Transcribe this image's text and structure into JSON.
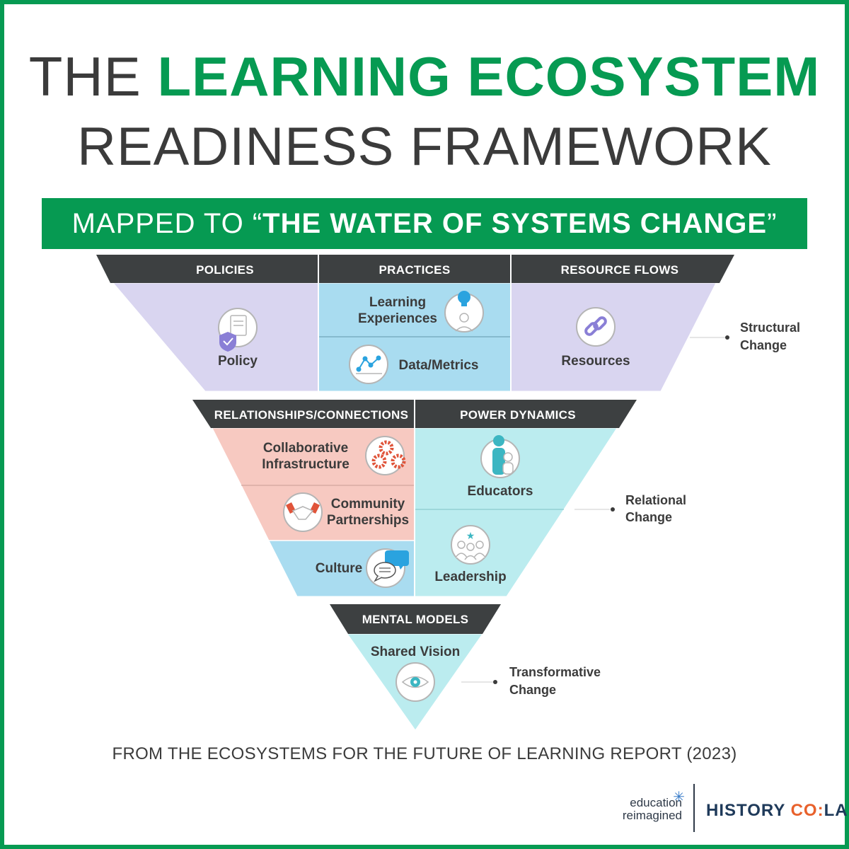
{
  "title": {
    "line1_prefix": "THE",
    "line1_highlight": "LEARNING ECOSYSTEM",
    "line2": "READINESS FRAMEWORK"
  },
  "banner": {
    "prefix": "MAPPED TO “",
    "bold": "THE WATER OF SYSTEMS CHANGE",
    "suffix": "”"
  },
  "structural": {
    "headers": [
      "POLICIES",
      "PRACTICES",
      "RESOURCE FLOWS"
    ],
    "policy_label": "Policy",
    "learning_line1": "Learning",
    "learning_line2": "Experiences",
    "data_label": "Data/Metrics",
    "resources_label": "Resources",
    "side_line1": "Structural",
    "side_line2": "Change"
  },
  "relational": {
    "headers": [
      "RELATIONSHIPS/CONNECTIONS",
      "POWER DYNAMICS"
    ],
    "collab_line1": "Collaborative",
    "collab_line2": "Infrastructure",
    "community_line1": "Community",
    "community_line2": "Partnerships",
    "culture_label": "Culture",
    "educators_label": "Educators",
    "leadership_label": "Leadership",
    "side_line1": "Relational",
    "side_line2": "Change"
  },
  "transformative": {
    "header": "MENTAL MODELS",
    "shared_vision_label": "Shared Vision",
    "side_line1": "Transformative",
    "side_line2": "Change"
  },
  "footer": "FROM THE ECOSYSTEMS FOR THE FUTURE OF LEARNING REPORT (2023)",
  "logos": {
    "education_line1": "education",
    "education_line2": "reimagined",
    "history_prefix": "HISTORY ",
    "history_co": "CO:",
    "history_suffix": "LAB"
  },
  "colors": {
    "green": "#069a52",
    "header_dark": "#3d4041",
    "lavender": "#d9d5f0",
    "light_blue": "#a9dcf0",
    "salmon": "#f7c9c1",
    "aqua": "#bbecef",
    "text": "#3b3b3b"
  }
}
